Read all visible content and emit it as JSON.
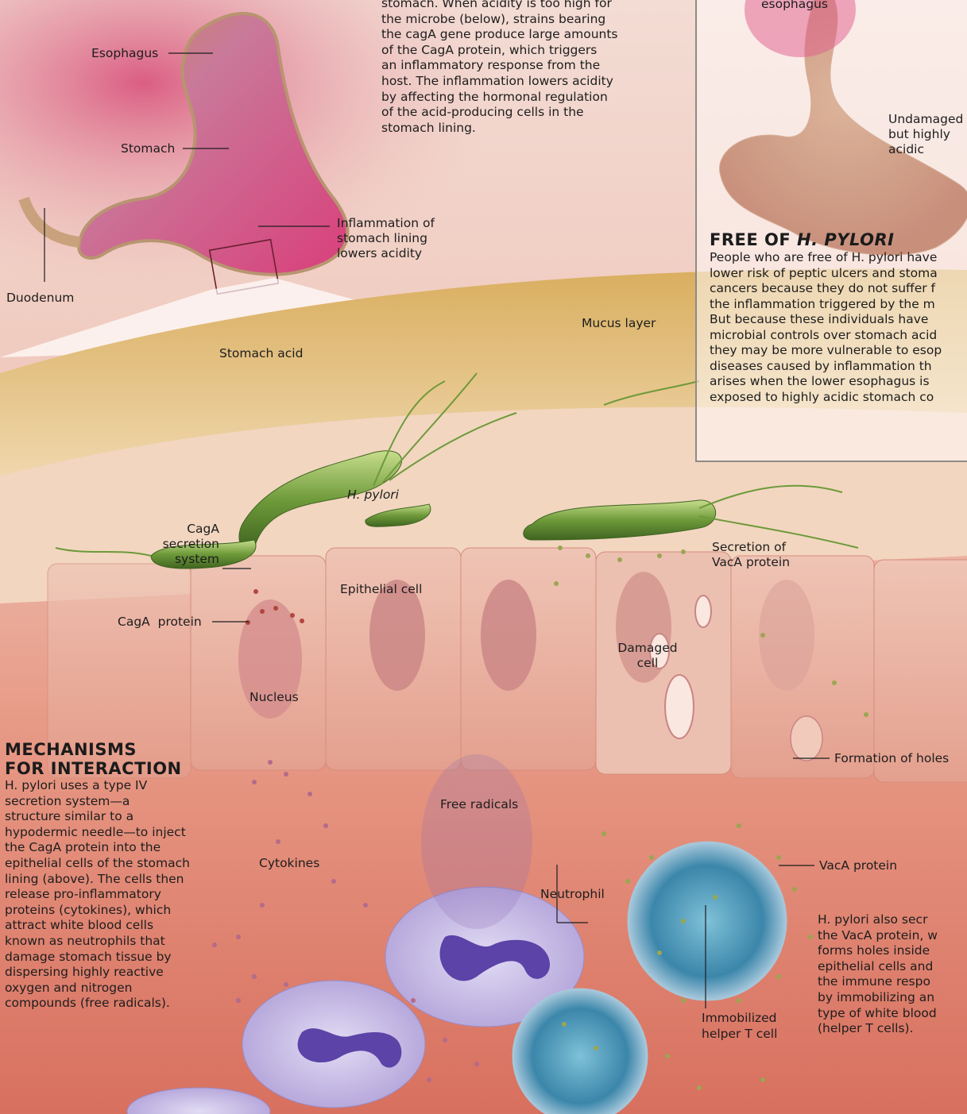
{
  "top_text": [
    "stomach. When acidity is too high for",
    "the microbe (below), strains bearing",
    "the cagA gene produce large amounts",
    "of the CagA protein, which triggers",
    "an inflammatory response from the",
    "host. The inflammation lowers acidity",
    "by affecting the hormonal regulation",
    "of the acid-producing cells in the",
    "stomach lining."
  ],
  "stomach_labels": {
    "esophagus": "Esophagus",
    "stomach": "Stomach",
    "duodenum": "Duodenum",
    "inflammation": [
      "Inflammation of",
      "stomach lining",
      "lowers acidity"
    ],
    "stomach_acid": "Stomach acid",
    "mucus_layer": "Mucus layer"
  },
  "inset": {
    "esophagus_label": "esophagus",
    "undamaged_label": [
      "Undamaged",
      "but highly",
      "acidic"
    ],
    "heading_prefix": "FREE OF ",
    "heading_italic": "H. PYLORI",
    "body": [
      "People who are free of H. pylori have",
      "lower risk of peptic ulcers and stoma",
      "cancers because they do not suffer f",
      "the inflammation triggered by the m",
      "But because these individuals have",
      "microbial controls over stomach acid",
      "they may be more vulnerable to esop",
      "diseases caused by inflammation th",
      "arises when the lower esophagus is",
      "exposed to highly acidic stomach co"
    ]
  },
  "cell_labels": {
    "h_pylori": "H. pylori",
    "caga_secretion": [
      "CagA",
      "secretion",
      "system"
    ],
    "caga_protein": "CagA  protein",
    "epithelial_cell": "Epithelial cell",
    "secretion_vaca": [
      "Secretion of",
      "VacA protein"
    ],
    "damaged_cell": [
      "Damaged",
      "cell"
    ],
    "nucleus": "Nucleus",
    "formation_holes": "Formation of holes",
    "free_radicals": "Free radicals",
    "cytokines": "Cytokines",
    "neutrophil": "Neutrophil",
    "vaca_protein": "VacA protein",
    "immobilized": [
      "Immobilized",
      "helper T cell"
    ]
  },
  "mechanisms": {
    "heading": [
      "MECHANISMS",
      "FOR INTERACTION"
    ],
    "body": [
      "H. pylori uses a type IV",
      "secretion system—a",
      "structure similar to a",
      "hypodermic needle—to inject",
      "the CagA protein into the",
      "epithelial cells of the stomach",
      "lining (above). The cells then",
      "release pro-inflammatory",
      "proteins (cytokines), which",
      "attract white blood cells",
      "known as neutrophils that",
      "damage stomach tissue by",
      "dispersing highly reactive",
      "oxygen and nitrogen",
      "compounds (free radicals)."
    ]
  },
  "vaca_text": [
    "H. pylori also secr",
    "the VacA protein, w",
    "forms holes inside",
    "epithelial cells and",
    "the immune respo",
    "by immobilizing an",
    "type of white blood",
    "(helper T cells)."
  ],
  "colors": {
    "background_top": "#ead0c8",
    "background_bottom": "#d97a6a",
    "stomach_pink": "#d8507a",
    "mucus": "#e8c48a",
    "bacteria_green": "#6e9a3a",
    "neutrophil": "#c8bde6",
    "nucleus_purple": "#5b43a8",
    "t_cell": "#3a8fb0"
  }
}
